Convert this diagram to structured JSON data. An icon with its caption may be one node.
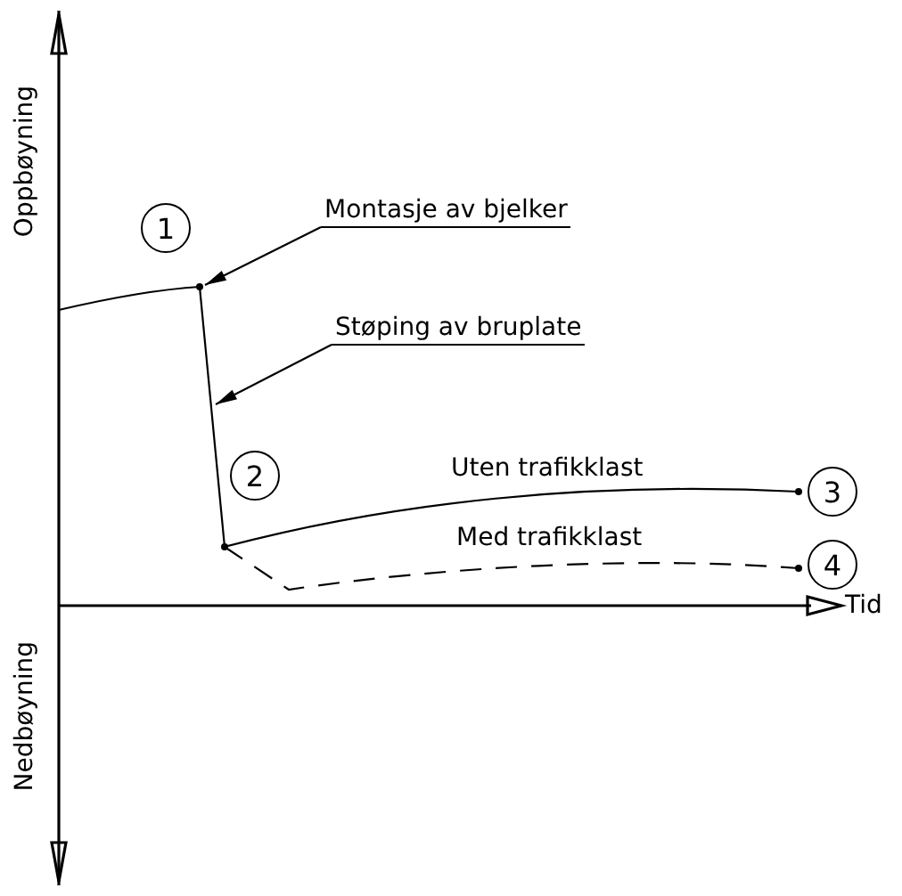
{
  "diagram": {
    "nodes": [
      {
        "text": [
          "Montasje av bjelker"
        ]
      },
      {
        "text": [
          "Støping av bruplate"
        ]
      }
    ],
    "edges": [
      {
        "from": 0,
        "to": null,
        "arrow": "to"
      },
      {
        "from": 1,
        "to": null,
        "arrow": "to"
      }
    ],
    "labels": [
      "Oppbøyning",
      "1",
      "2",
      "Uten trafikklast",
      "3",
      "Med trafikklast",
      "4",
      "Tid",
      "Nedbøyning"
    ]
  }
}
